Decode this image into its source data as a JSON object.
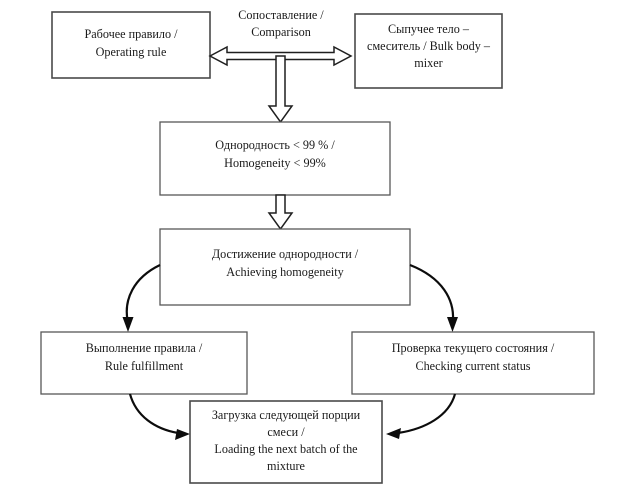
{
  "diagram": {
    "title": "Mixing process control loop diagram",
    "background_color": "#ffffff",
    "box_border_color": "#4a4a4a",
    "text_color": "#1a1a1a",
    "arrow_color": "#0c0c0c",
    "nodes": [
      {
        "id": "operating-rule",
        "lines": [
          "Рабочее правило /",
          "Operating rule"
        ]
      },
      {
        "id": "bulk-body-mixer",
        "lines": [
          "Сыпучее тело –",
          "смеситель / Bulk body –",
          "mixer"
        ]
      },
      {
        "id": "homogeneity-threshold",
        "lines": [
          "Однородность < 99 % /",
          "Homogeneity < 99%"
        ]
      },
      {
        "id": "achieving-homogeneity",
        "lines": [
          "Достижение однородности /",
          "Achieving homogeneity"
        ]
      },
      {
        "id": "rule-fulfillment",
        "lines": [
          "Выполнение правила /",
          "Rule fulfillment"
        ]
      },
      {
        "id": "checking-current-status",
        "lines": [
          "Проверка текущего состояния /",
          "Checking current status"
        ]
      },
      {
        "id": "loading-next-batch",
        "lines": [
          "Загрузка следующей порции",
          "смеси /",
          "Loading the next batch of the",
          "mixture"
        ]
      }
    ],
    "edge_labels": [
      {
        "id": "comparison",
        "lines": [
          "Сопоставление /",
          "Comparison"
        ]
      }
    ]
  }
}
